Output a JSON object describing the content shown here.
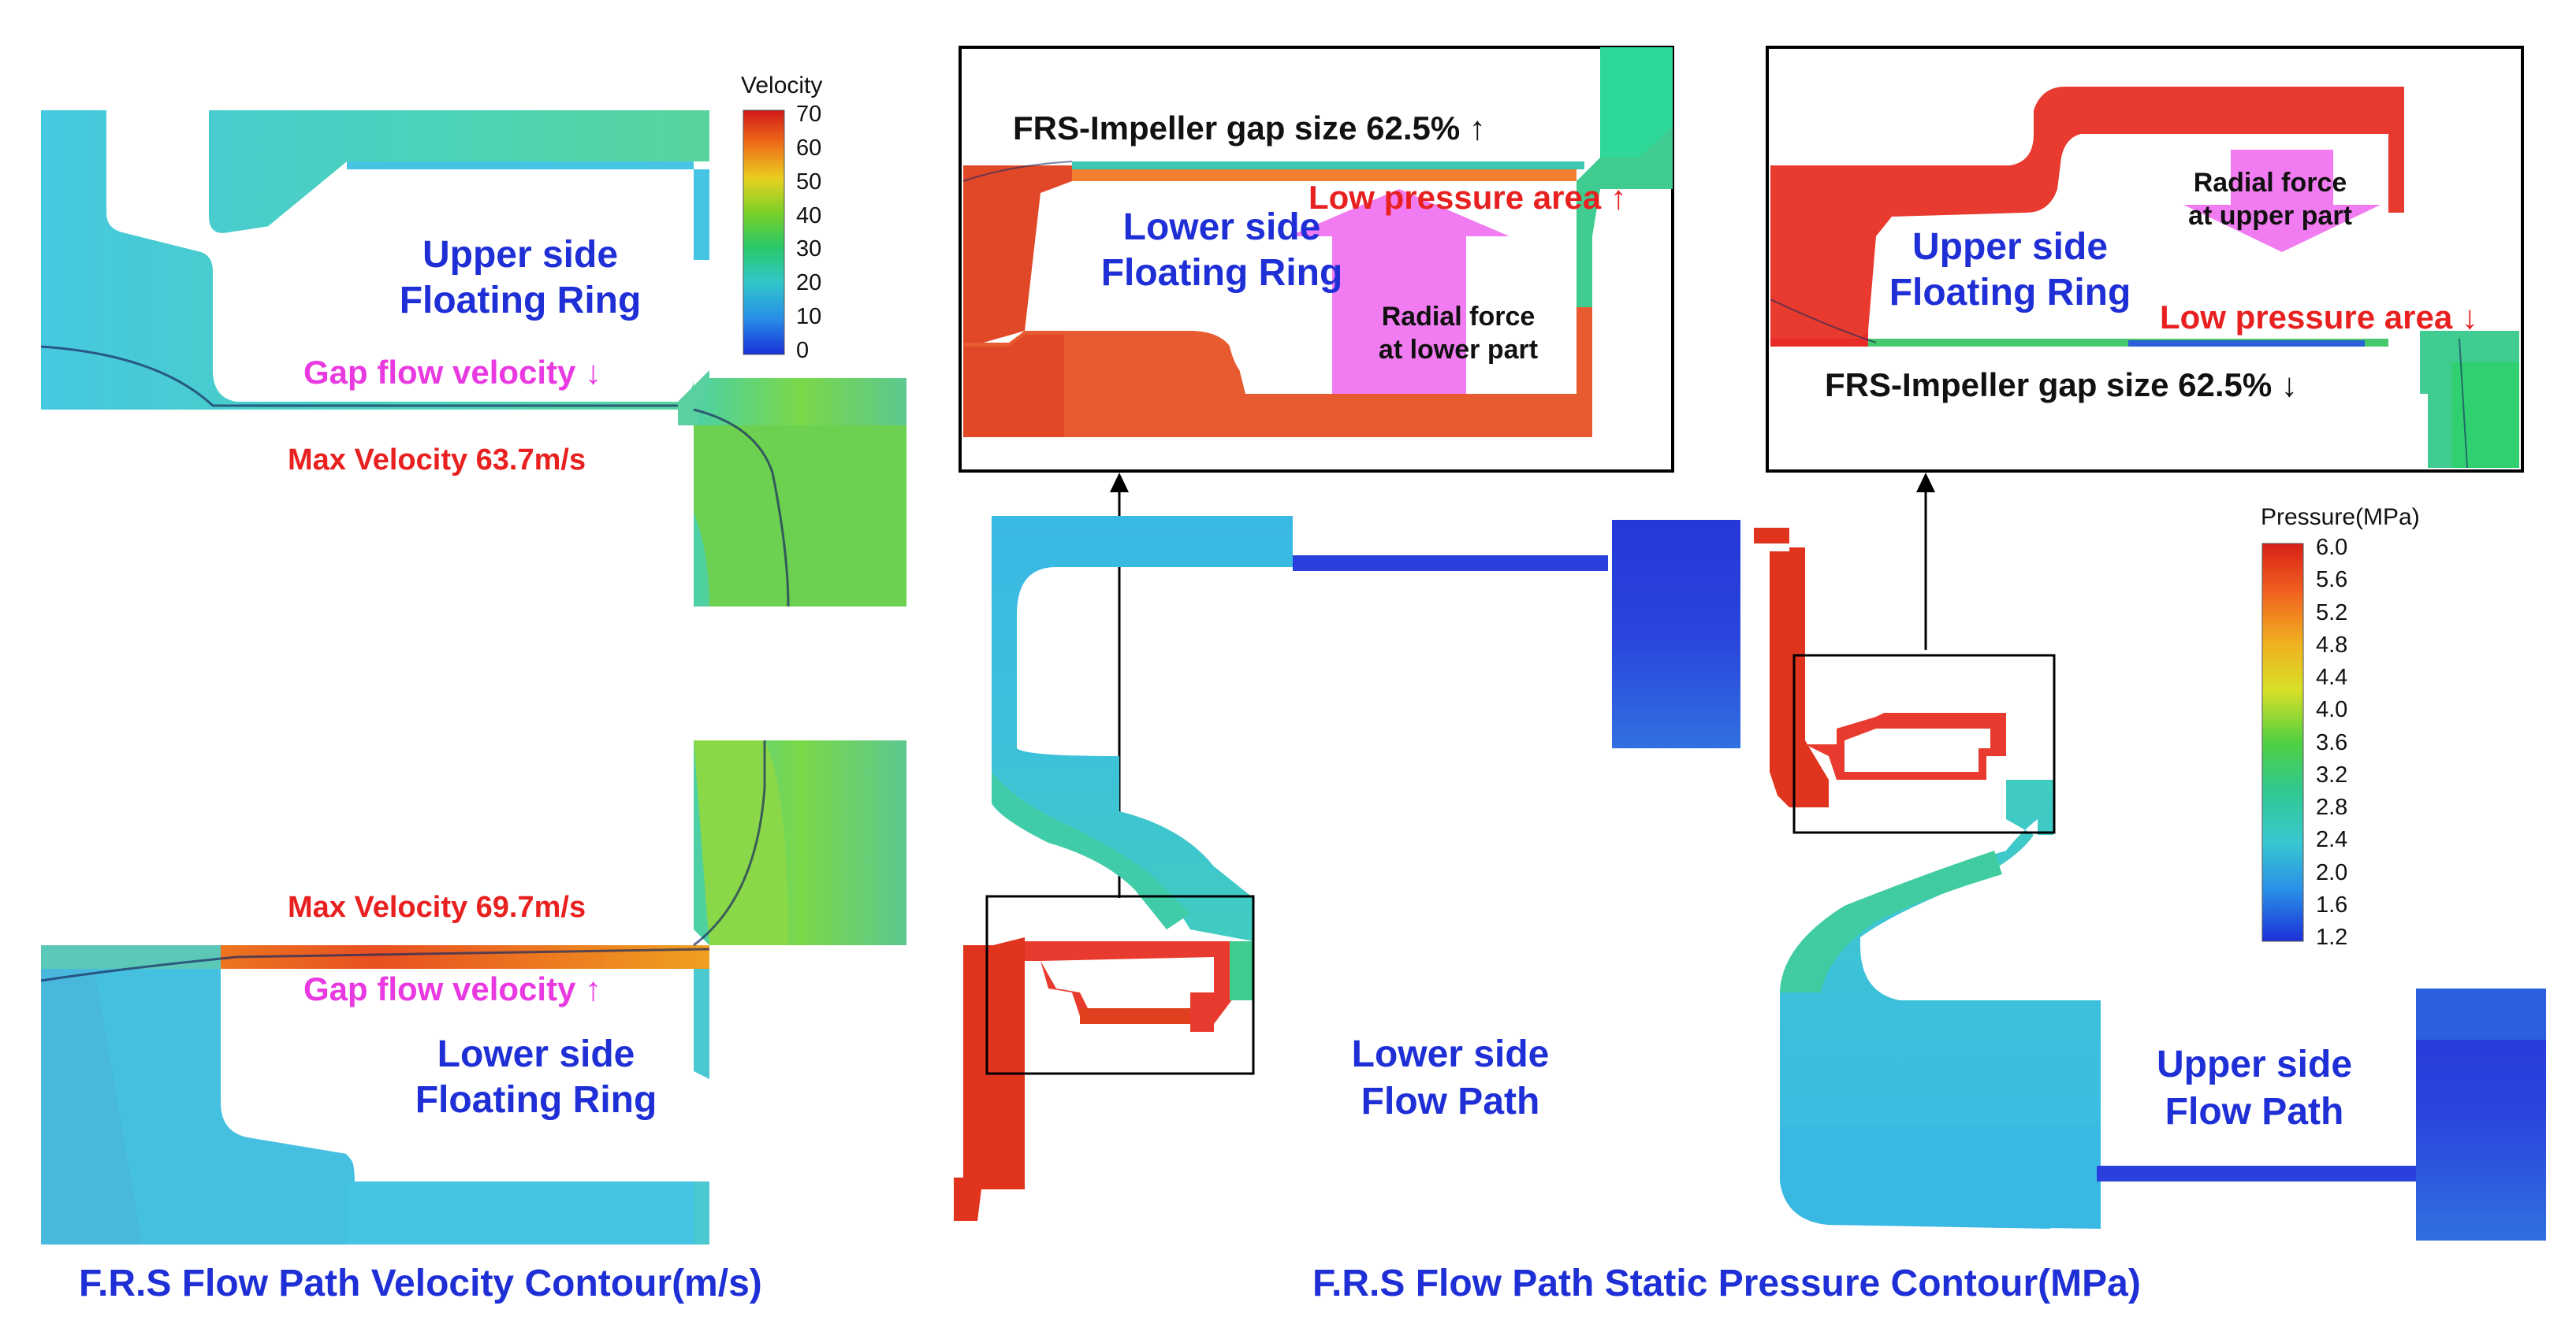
{
  "velocity_panel": {
    "upper_label": [
      "Upper side",
      "Floating Ring"
    ],
    "upper_gap": "Gap flow velocity ↓",
    "upper_max": "Max Velocity 63.7m/s",
    "lower_max": "Max Velocity 69.7m/s",
    "lower_gap": "Gap flow velocity ↑",
    "lower_label": [
      "Lower side",
      "Floating Ring"
    ],
    "caption": "F.R.S Flow Path Velocity Contour(m/s)"
  },
  "velocity_legend": {
    "title": "Velocity",
    "ticks": [
      "70",
      "60",
      "50",
      "40",
      "30",
      "20",
      "10",
      "0"
    ]
  },
  "pressure_panel": {
    "zoom_lower": {
      "gap_text": "FRS-Impeller gap size 62.5% ↑",
      "low_pressure": "Low pressure area ↑",
      "ring_label": [
        "Lower side",
        "Floating Ring"
      ],
      "force_label": [
        "Radial force",
        "at lower part"
      ]
    },
    "zoom_upper": {
      "ring_label": [
        "Upper side",
        "Floating Ring"
      ],
      "force_label": [
        "Radial force",
        "at upper part"
      ],
      "low_pressure": "Low pressure area ↓",
      "gap_text": "FRS-Impeller gap size 62.5% ↓"
    },
    "lower_path_label": [
      "Lower side",
      "Flow Path"
    ],
    "upper_path_label": [
      "Upper side",
      "Flow Path"
    ],
    "caption": "F.R.S Flow Path Static Pressure Contour(MPa)"
  },
  "pressure_legend": {
    "title": "Pressure(MPa)",
    "ticks": [
      "6.0",
      "5.6",
      "5.2",
      "4.8",
      "4.4",
      "4.0",
      "3.6",
      "3.2",
      "2.8",
      "2.4",
      "2.0",
      "1.6",
      "1.2"
    ]
  },
  "colors": {
    "label_blue": "#1f2fd6",
    "label_magenta": "#e83ae0",
    "label_red": "#e82020",
    "high": "#e8302a",
    "low": "#2b3fd6",
    "mid": "#3cc9b0",
    "cyan": "#43c2e8",
    "arrow_pink": "#f070f0"
  }
}
